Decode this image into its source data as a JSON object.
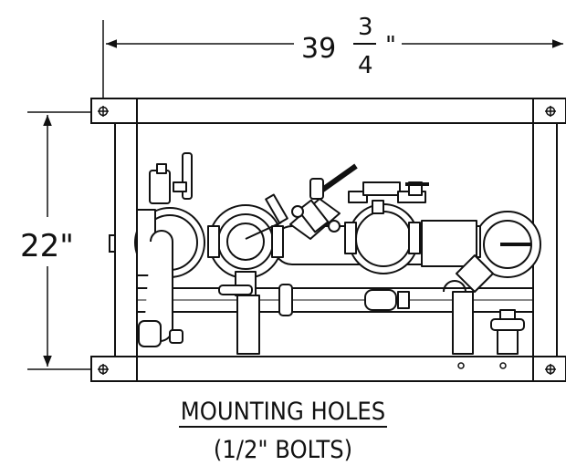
{
  "dimensions": {
    "width": {
      "whole": "39",
      "numerator": "3",
      "denominator": "4",
      "unit": "\""
    },
    "height": {
      "value": "22\""
    }
  },
  "caption": {
    "title": "MOUNTING HOLES",
    "subtitle": "(1/2\" BOLTS)"
  }
}
